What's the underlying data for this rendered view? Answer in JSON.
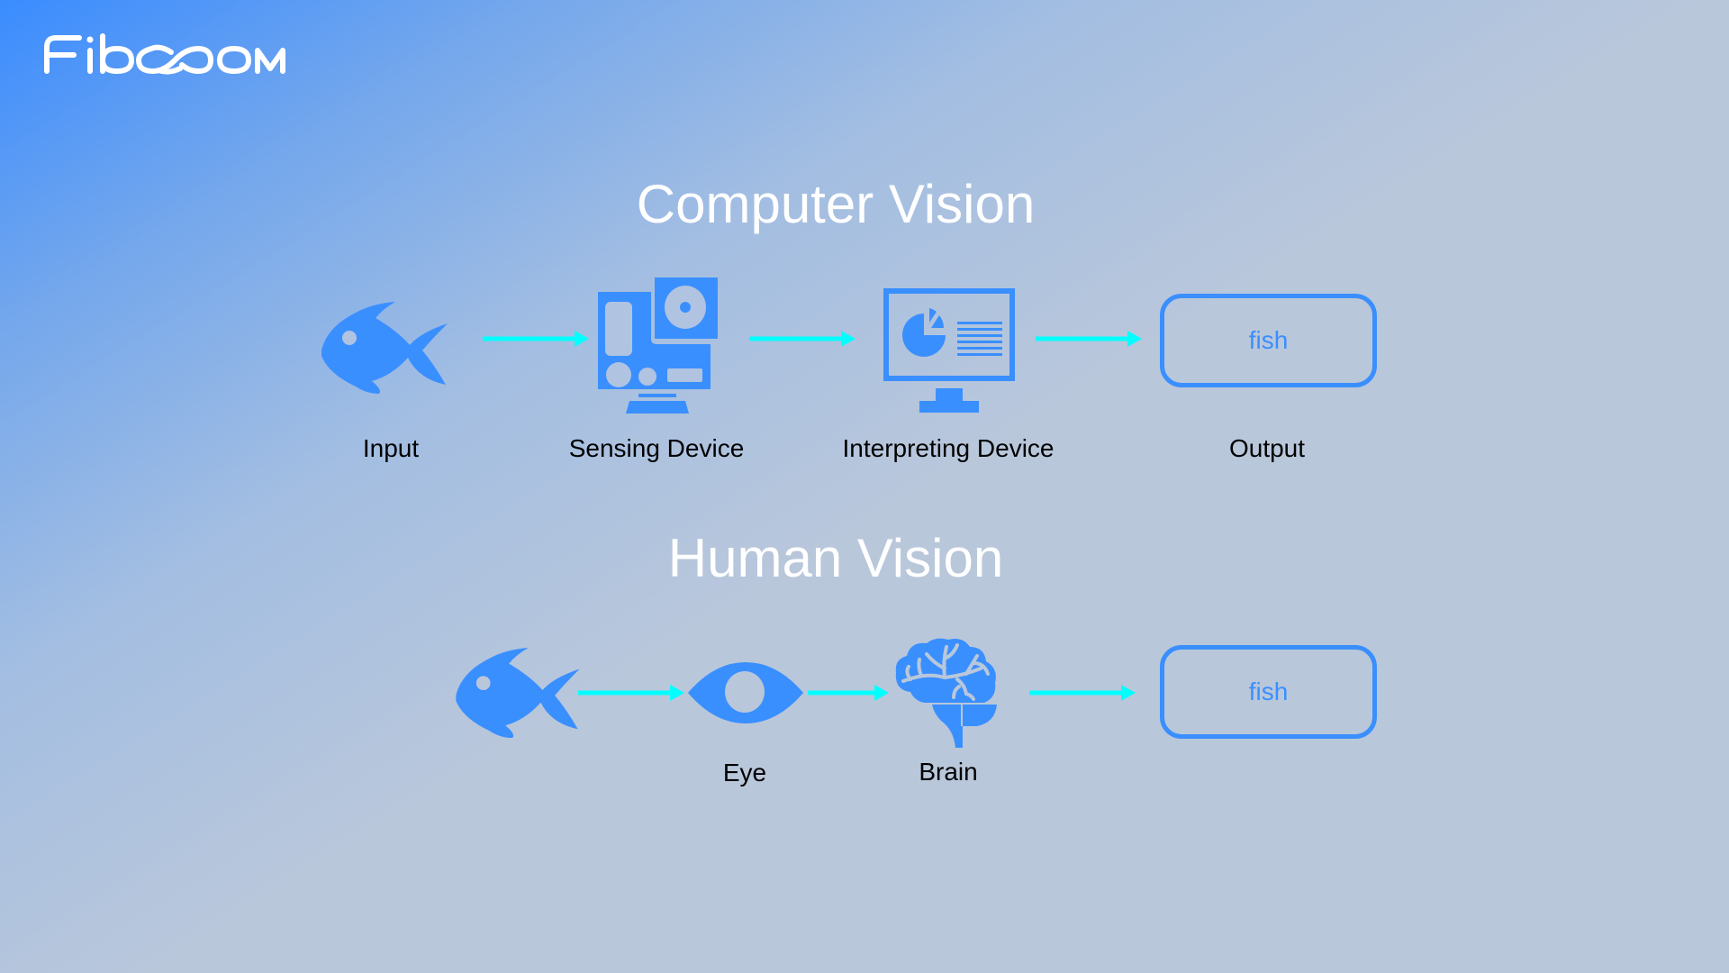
{
  "brand": {
    "logo_text": "Fibocom",
    "primary_color": "#3A8FFF",
    "arrow_color": "#00FFFF",
    "background_start": "#3A8CFF",
    "background_end": "#B9C7DB"
  },
  "computer_vision": {
    "title": "Computer Vision",
    "steps": [
      {
        "icon": "fish-icon",
        "label": "Input"
      },
      {
        "icon": "action-camera-icon",
        "label": "Sensing Device"
      },
      {
        "icon": "monitor-chart-icon",
        "label": "Interpreting Device"
      },
      {
        "icon": "output-box",
        "label": "Output",
        "value": "fish"
      }
    ]
  },
  "human_vision": {
    "title": "Human Vision",
    "steps": [
      {
        "icon": "fish-icon",
        "label": ""
      },
      {
        "icon": "eye-icon",
        "label": "Eye"
      },
      {
        "icon": "brain-icon",
        "label": "Brain"
      },
      {
        "icon": "output-box",
        "label": "",
        "value": "fish"
      }
    ]
  }
}
